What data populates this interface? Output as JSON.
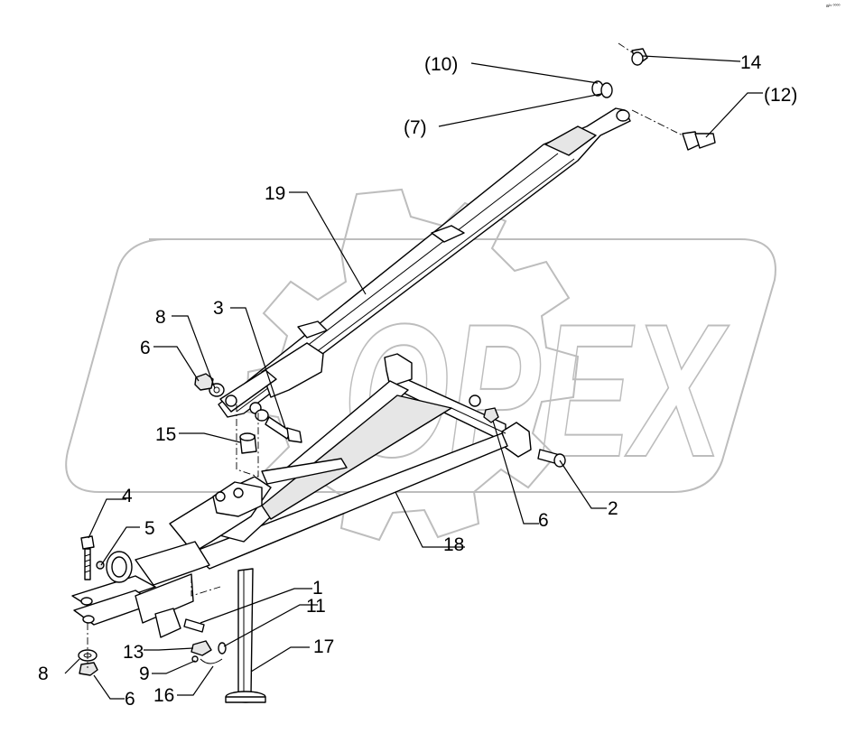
{
  "corner_code": "a²¹ ⁰⁰⁰⁰",
  "watermark_text": "OPEX",
  "callouts": {
    "c10": "(10)",
    "c14": "14",
    "c12": "(12)",
    "c7": "(7)",
    "c19": "19",
    "c8_top": "8",
    "c3": "3",
    "c6_top": "6",
    "c15": "15",
    "c2": "2",
    "c6_right": "6",
    "c18": "18",
    "c4": "4",
    "c5": "5",
    "c1": "1",
    "c11": "11",
    "c17": "17",
    "c13": "13",
    "c9": "9",
    "c8_bottom": "8",
    "c16": "16",
    "c6_bottom": "6"
  }
}
